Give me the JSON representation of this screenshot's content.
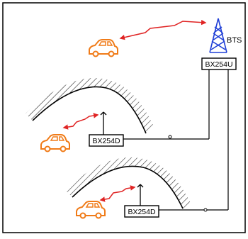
{
  "labels": {
    "bts": "BTS",
    "repeater_master": "BX254U",
    "repeater_remote_1": "BX254D",
    "repeater_remote_2": "BX254D"
  },
  "colors": {
    "frame": "#000000",
    "tower": "#1f3fd6",
    "car": "#f07b18",
    "signal": "#e02424",
    "line": "#000000",
    "hatch": "#333333"
  }
}
